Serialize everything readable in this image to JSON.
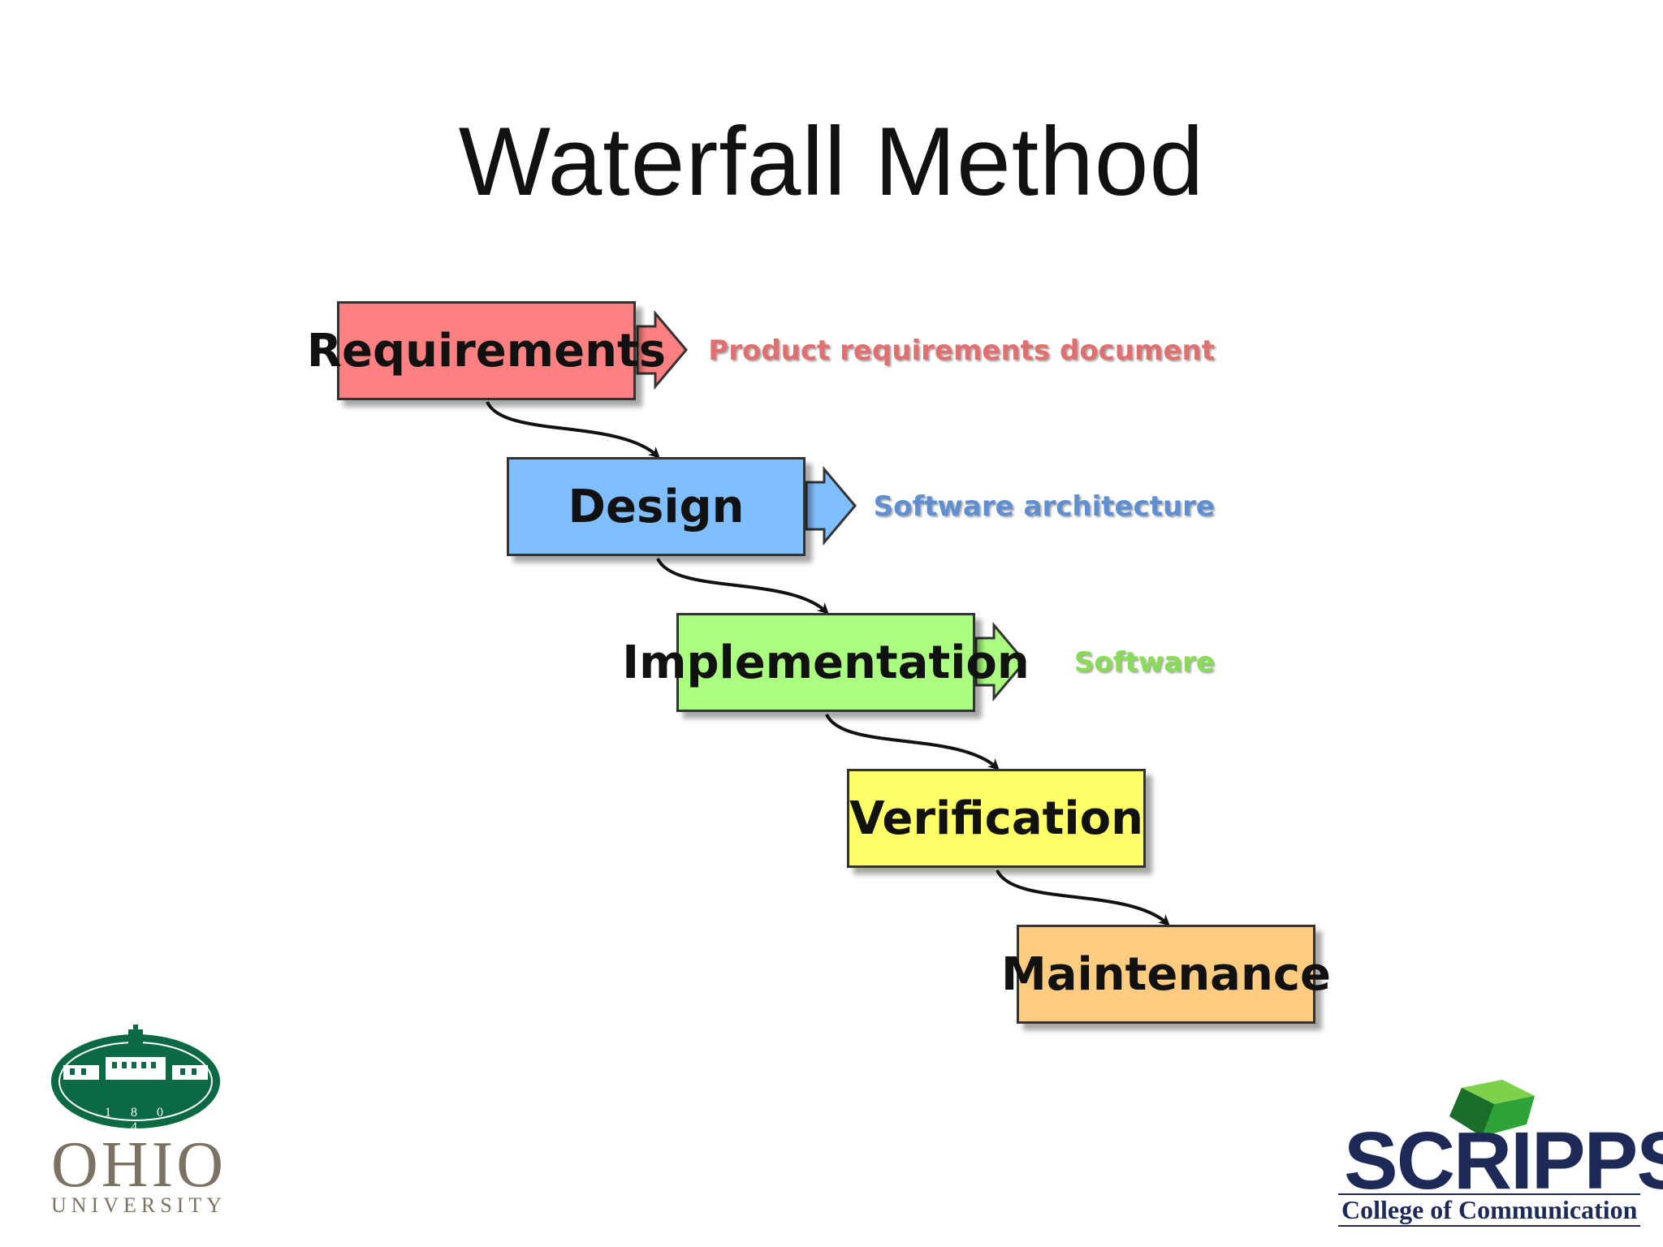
{
  "title": "Waterfall Method",
  "stages": [
    {
      "label": "Requirements",
      "color": "#fe8080"
    },
    {
      "label": "Design",
      "color": "#80bfff"
    },
    {
      "label": "Implementation",
      "color": "#aaff80"
    },
    {
      "label": "Verification",
      "color": "#ffff66"
    },
    {
      "label": "Maintenance",
      "color": "#ffcc80"
    }
  ],
  "deliverables": [
    {
      "label": "Product requirements document",
      "color": "#e07070"
    },
    {
      "label": "Software architecture",
      "color": "#5f8fd0"
    },
    {
      "label": "Software",
      "color": "#88dd55"
    }
  ],
  "logos": {
    "ohio": {
      "name": "OHIO",
      "sub": "UNIVERSITY",
      "year": "1 8 0 4",
      "color": "#0b6a44"
    },
    "scripps": {
      "name": "SCRIPPS",
      "sub": "College of Communication",
      "color": "#1d2a57"
    }
  }
}
